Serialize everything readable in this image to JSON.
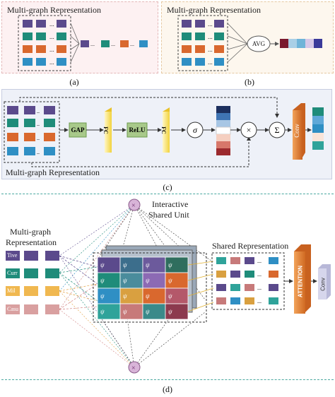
{
  "panel_a": {
    "title": "Multi-graph Representation",
    "caption": "(a)"
  },
  "panel_b": {
    "title": "Multi-graph Representation",
    "op": "AVG",
    "caption": "(b)"
  },
  "panel_c": {
    "title": "Multi-graph Representation",
    "gap": "GAP",
    "fc1": "FC",
    "relu": "ReLU",
    "fc2": "FC",
    "sigma": "σ",
    "times": "×",
    "sum": "Σ",
    "conv": "Conv",
    "caption": "(c)"
  },
  "panel_d": {
    "unit_title_line1": "Interactive",
    "unit_title_line2": "Shared Unit",
    "left_title_line1": "Multi-graph",
    "left_title_line2": "Representation",
    "inputs": [
      "Tive",
      "Curr",
      "Mil",
      "Casu"
    ],
    "shared_title": "Shared Representation",
    "attention": "ATTENTION",
    "conv": "Conv",
    "caption": "(d)"
  },
  "colors": {
    "purple": "#5b4a8c",
    "teal": "#1f8c7a",
    "orange": "#d9682e",
    "blue": "#2f8fc4",
    "panel_a_bg": "#fdf1f2",
    "panel_b_bg": "#fdf7ee",
    "panel_c_bg": "#eef1f8",
    "yellow": "#f6dc55",
    "green": "#a8c98a",
    "conv_orange": "#e38a3c"
  }
}
